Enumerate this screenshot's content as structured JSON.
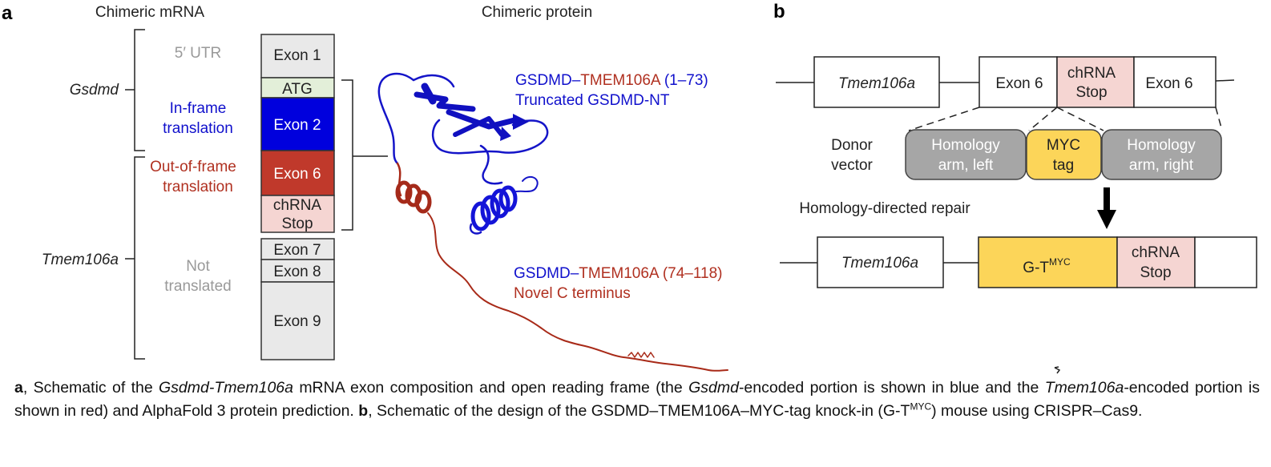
{
  "panel_a": {
    "panel_label": "a",
    "header_mrna": "Chimeric mRNA",
    "header_protein": "Chimeric protein",
    "gene_gsdmd": "Gsdmd",
    "gene_tmem": "Tmem106a",
    "region_utr": "5′ UTR",
    "region_inframe_1": "In-frame",
    "region_inframe_2": "translation",
    "region_outframe_1": "Out-of-frame",
    "region_outframe_2": "translation",
    "region_not_1": "Not",
    "region_not_2": "translated",
    "exons": {
      "exon1": "Exon 1",
      "atg": "ATG",
      "exon2": "Exon 2",
      "exon6": "Exon 6",
      "chrna_1": "chRNA",
      "chrna_2": "Stop",
      "exon7": "Exon 7",
      "exon8": "Exon 8",
      "exon9": "Exon 9"
    },
    "protein_label_1": {
      "name_blue": "GSDMD–",
      "name_red": "TMEM106A",
      "range": " (1–73)",
      "sub": "Truncated GSDMD-NT"
    },
    "protein_label_2": {
      "name_blue": "GSDMD–",
      "name_red": "TMEM106A",
      "range": " (74–118)",
      "sub": "Novel C terminus"
    }
  },
  "panel_b": {
    "panel_label": "b",
    "gene": "Tmem106a",
    "exon6": "Exon 6",
    "chrna_1": "chRNA",
    "chrna_2": "Stop",
    "donor_1": "Donor",
    "donor_2": "vector",
    "arm_left_1": "Homology",
    "arm_left_2": "arm, left",
    "myc_1": "MYC",
    "myc_2": "tag",
    "arm_right_1": "Homology",
    "arm_right_2": "arm, right",
    "hdr": "Homology-directed repair",
    "gt_base": "G-T",
    "gt_sup": "MYC"
  },
  "caption": {
    "a_label": "a",
    "t1": ", Schematic of the ",
    "t2": "Gsdmd-Tmem106a",
    "t3": " mRNA exon composition and open reading frame (the ",
    "t4": "Gsdmd",
    "t5": "-encoded portion is shown in blue and the ",
    "t6": "Tmem106a",
    "t7": "-encoded portion is shown in red) and AlphaFold 3 protein prediction. ",
    "b_label": "b",
    "t8": ", Schematic of the design of the GSDMD–TMEM106A–MYC-tag knock-in (G-T",
    "t9": "MYC",
    "t10": ") mouse using CRISPR–Cas9."
  },
  "colors": {
    "blue": "#1010cc",
    "red": "#b03020",
    "exon2": "#0000dd",
    "exon6": "#c0392b",
    "chrna": "#f5d5d2",
    "atg": "#e3efd9",
    "grey_box": "#e9e9e9",
    "arm_grey": "#a6a6a6",
    "myc_yellow": "#fcd559"
  }
}
